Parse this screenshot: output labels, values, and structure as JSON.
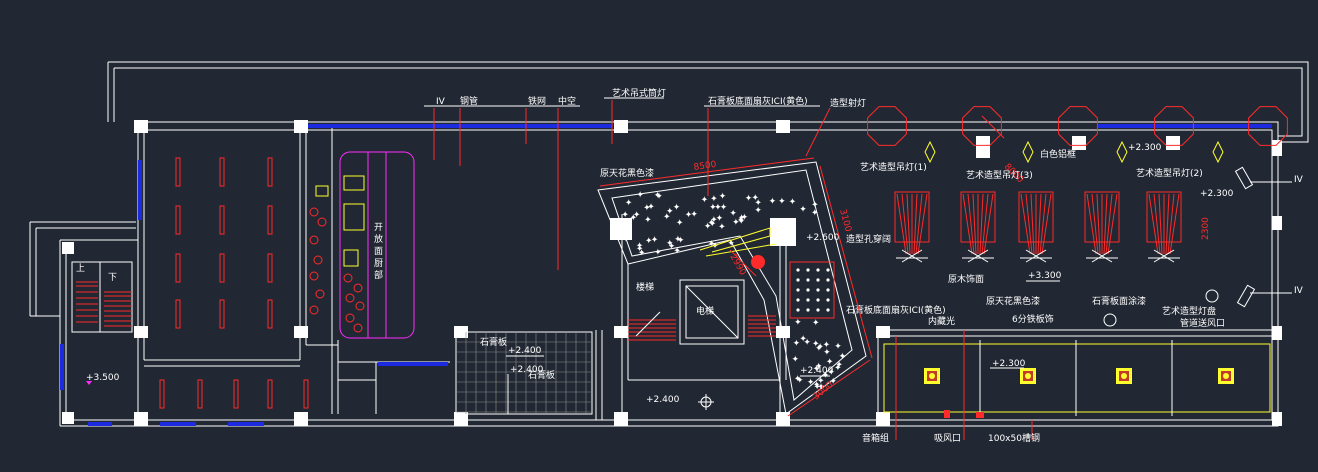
{
  "labels": {
    "iv_top": "IV",
    "steel_pipe": "钢管",
    "iron_net": "铁网",
    "atrium": "中空",
    "art_tube_lamp": "艺术吊式筒灯",
    "gypsum_board_top": "石膏板底面扇灰ICI(黄色)",
    "shaped_downlight": "造型射灯",
    "ceiling_paint_black": "原天花黑色漆",
    "art_pendant_1": "艺术造型吊灯(1)",
    "art_pendant_3": "艺术造型吊灯(3)",
    "art_pendant_2": "艺术造型吊灯(2)",
    "white_frame": "白色铝框",
    "elev_2300_top": "+2.300",
    "elev_2300_right": "+2.300",
    "iv_right_1": "IV",
    "iv_right_2": "IV",
    "elev_2600": "+2.600",
    "shaped_perforated": "造型孔穿阔",
    "open_kitchen": "开放面厨部",
    "stairs_label_up": "上",
    "stairs_label_down": "下",
    "elev_3500": "+3.500",
    "stair": "楼梯",
    "elevator": "电梯",
    "wood_trim": "原木饰面",
    "elev_3300": "+3.300",
    "gypsum_board_mid": "石膏板底面扇灰ICI(黄色)",
    "ceiling_paint_black_2": "原天花黑色漆",
    "gypsum_paint": "石膏板面涂漆",
    "hidden_light": "内藏光",
    "iron_plate": "6分铁板饰",
    "art_lamp_disk": "艺术造型灯盘",
    "pipe_vent": "管道送风口",
    "elev_2300_bottom": "+2.300",
    "gypsum_board_left": "石膏板",
    "gypsum_board_right": "石膏板",
    "elev_2400_a": "+2.400",
    "elev_2400_b": "+2.400",
    "elev_2400_c": "+2.400",
    "speaker_box": "音箱组",
    "exhaust_vent": "吸风口",
    "steel_beam": "100x50槽钢",
    "dim_8500": "8500",
    "dim_3100": "3100",
    "dim_2990": "2990",
    "dim_2300": "2300",
    "dim_3000": "3000",
    "dim_8000": "8000"
  },
  "colors": {
    "background": "#222833",
    "wall": "#ffffff",
    "furniture": "#ff2a2a",
    "highlight": "#ffff2e",
    "window": "#1c2be0",
    "kitchen": "#ff2bff"
  }
}
